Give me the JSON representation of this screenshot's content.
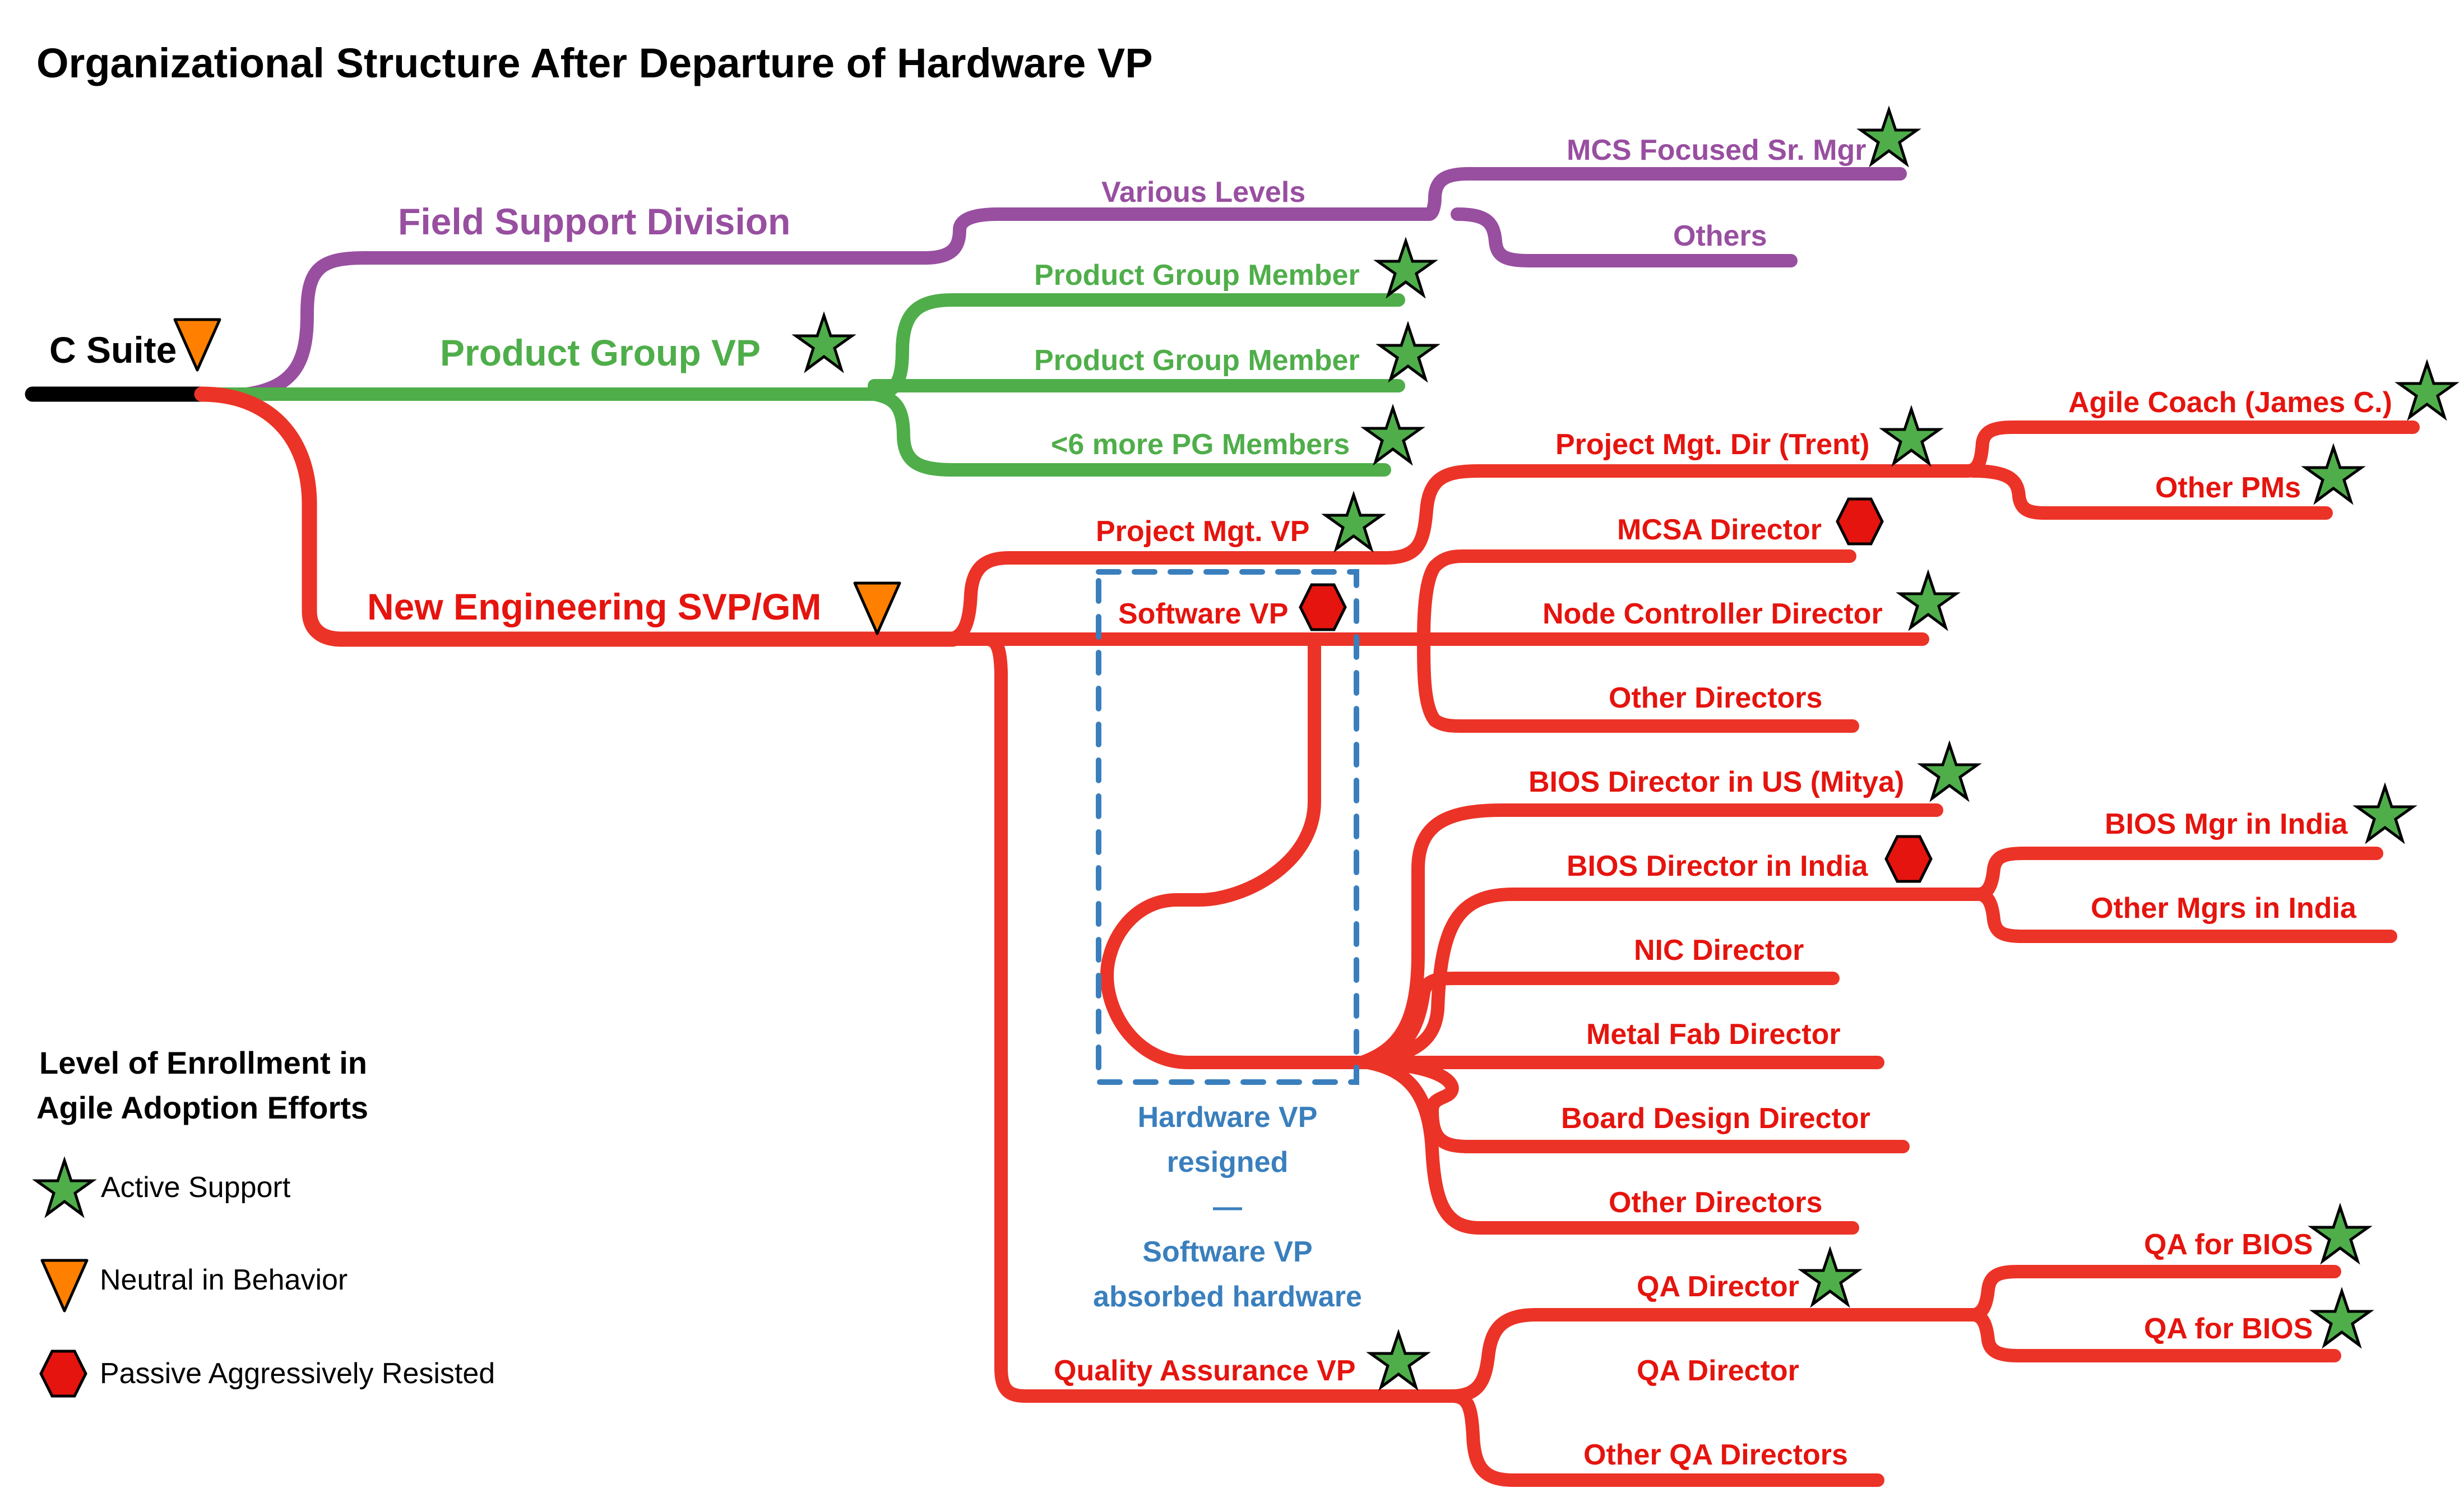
{
  "title": "Organizational Structure After Departure of Hardware VP",
  "colors": {
    "field_support": "#984fa0",
    "product_group": "#4fae4a",
    "engineering": "#e5140e",
    "engineering_line": "#ec3327",
    "annotation": "#3a7fbd",
    "active_support": "#4fae4a",
    "neutral": "#ff8000",
    "resisted": "#e5140e"
  },
  "root": {
    "label": "C Suite",
    "status": "neutral"
  },
  "field_support": {
    "label": "Field Support Division",
    "sub": {
      "label": "Various Levels"
    },
    "children": [
      {
        "label": "MCS Focused Sr. Mgr",
        "status": "active"
      },
      {
        "label": "Others",
        "status": null
      }
    ]
  },
  "product_group": {
    "label": "Product Group VP",
    "status": "active",
    "children": [
      {
        "label": "Product Group Member",
        "status": "active"
      },
      {
        "label": "Product Group Member",
        "status": "active"
      },
      {
        "label": "<6 more PG Members",
        "status": "active"
      }
    ]
  },
  "engineering": {
    "label": "New Engineering SVP/GM",
    "status": "neutral",
    "project_mgt_vp": {
      "label": "Project Mgt. VP",
      "status": "active",
      "director": {
        "label": "Project Mgt. Dir (Trent)",
        "status": "active"
      },
      "children": [
        {
          "label": "Agile Coach (James C.)",
          "status": "active"
        },
        {
          "label": "Other PMs",
          "status": "active"
        }
      ]
    },
    "software_vp": {
      "label": "Software VP",
      "status": "resisted",
      "directors": [
        {
          "label": "MCSA Director",
          "status": "resisted"
        },
        {
          "label": "Node Controller Director",
          "status": "active"
        },
        {
          "label": "Other Directors",
          "status": null
        }
      ],
      "hardware_directors": [
        {
          "label": "BIOS Director in US (Mitya)",
          "status": "active"
        },
        {
          "label": "BIOS Director in India",
          "status": "resisted"
        },
        {
          "label": "NIC Director",
          "status": null
        },
        {
          "label": "Metal Fab Director",
          "status": null
        },
        {
          "label": "Board Design Director",
          "status": null
        },
        {
          "label": "Other Directors",
          "status": null
        }
      ],
      "india_children": [
        {
          "label": "BIOS Mgr in India",
          "status": "active"
        },
        {
          "label": "Other Mgrs in India",
          "status": null
        }
      ]
    },
    "qa_vp": {
      "label": "Quality Assurance VP",
      "status": "active",
      "directors": [
        {
          "label": "QA Director",
          "status": "active"
        },
        {
          "label": "QA Director",
          "status": null
        },
        {
          "label": "Other QA Directors",
          "status": null
        }
      ],
      "qa_children": [
        {
          "label": "QA for BIOS",
          "status": "active"
        },
        {
          "label": "QA for BIOS",
          "status": "active"
        }
      ]
    }
  },
  "annotation": {
    "line1": "Hardware VP",
    "line2": "resigned",
    "separator": "—",
    "line3": "Software VP",
    "line4": "absorbed hardware"
  },
  "legend": {
    "title_line1": "Level of Enrollment in",
    "title_line2": "Agile Adoption Efforts",
    "items": [
      {
        "label": "Active Support",
        "icon": "star-icon"
      },
      {
        "label": "Neutral in Behavior",
        "icon": "triangle-icon"
      },
      {
        "label": "Passive Aggressively Resisted",
        "icon": "hexagon-icon"
      }
    ]
  }
}
